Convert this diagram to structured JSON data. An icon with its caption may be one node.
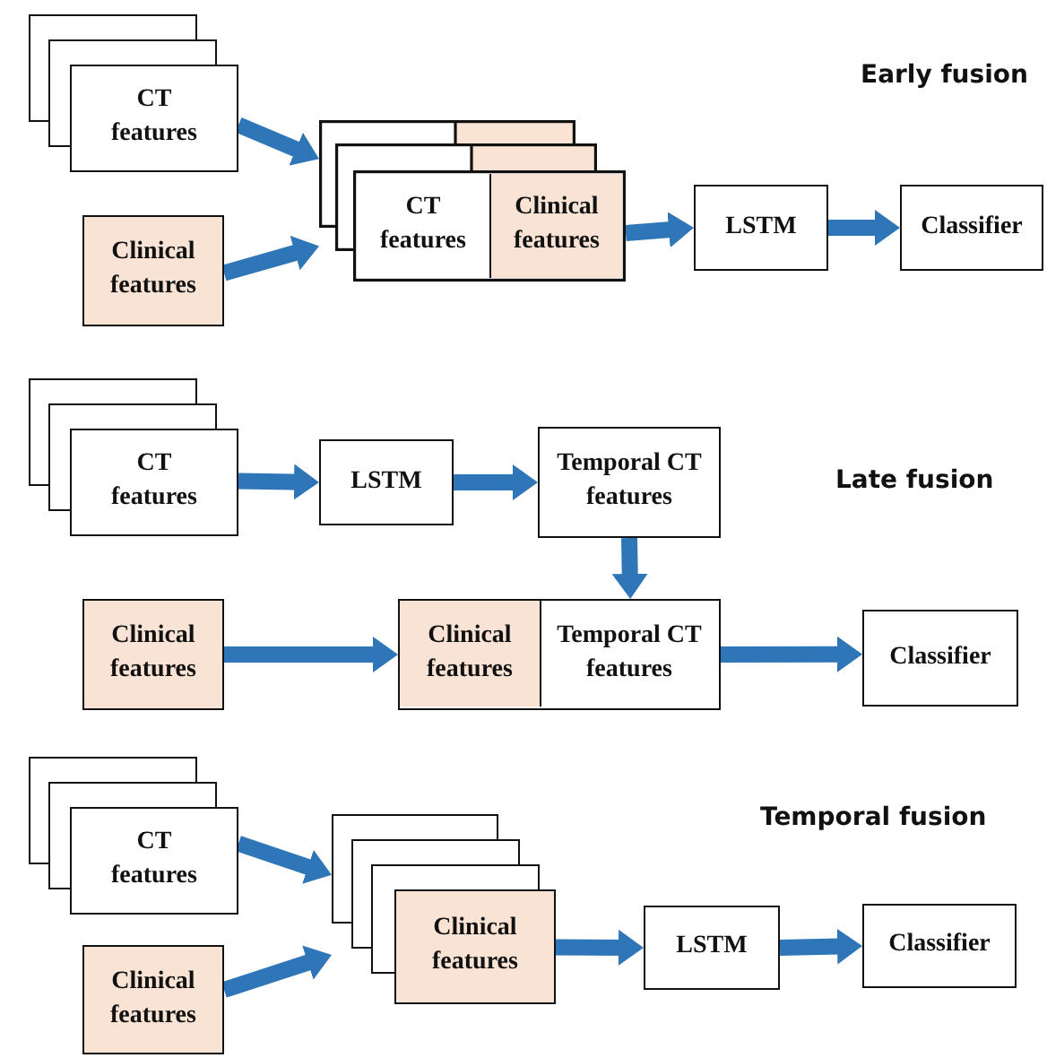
{
  "diagram": {
    "nodes": [
      {
        "text": [
          "CT features"
        ]
      },
      {
        "text": [
          "Clinical features"
        ]
      },
      {
        "text": [],
        "shape": "box"
      },
      {
        "text": [
          "CT features"
        ],
        "in": 2
      },
      {
        "text": [
          "Clinical features"
        ],
        "in": 2
      },
      {
        "text": [
          "LSTM"
        ]
      },
      {
        "text": [
          "Classifier"
        ]
      },
      {
        "text": [
          "CT features"
        ]
      },
      {
        "text": [
          "LSTM"
        ]
      },
      {
        "text": [
          "Temporal CT features"
        ]
      },
      {
        "text": [
          "Clinical features"
        ]
      },
      {
        "text": [],
        "shape": "box"
      },
      {
        "text": [
          "Clinical features"
        ],
        "in": 11
      },
      {
        "text": [
          "Temporal CT features"
        ],
        "in": 11
      },
      {
        "text": [
          "Classifier"
        ]
      },
      {
        "text": [
          "CT features"
        ]
      },
      {
        "text": [
          "Clinical features"
        ]
      },
      {
        "text": [
          "Clinical features"
        ]
      },
      {
        "text": [
          "LSTM"
        ]
      },
      {
        "text": [
          "Classifier"
        ]
      }
    ],
    "edges": [
      {
        "from": 0,
        "to": 2,
        "arrow": "to"
      },
      {
        "from": 1,
        "to": 2,
        "arrow": "to"
      },
      {
        "from": 2,
        "to": 5,
        "arrow": "to"
      },
      {
        "from": 5,
        "to": 6,
        "arrow": "to"
      },
      {
        "from": 7,
        "to": 8,
        "arrow": "to"
      },
      {
        "from": 8,
        "to": 9,
        "arrow": "to"
      },
      {
        "from": 9,
        "to": 11,
        "arrow": "to"
      },
      {
        "from": 10,
        "to": 11,
        "arrow": "to"
      },
      {
        "from": 11,
        "to": 14,
        "arrow": "to"
      },
      {
        "from": 15,
        "to": 17,
        "arrow": "to"
      },
      {
        "from": 16,
        "to": 17,
        "arrow": "to"
      },
      {
        "from": 17,
        "to": 18,
        "arrow": "to"
      },
      {
        "from": 18,
        "to": 19,
        "arrow": "to"
      }
    ],
    "labels": [
      "Early fusion",
      "Late fusion",
      "Temporal fusion"
    ]
  }
}
